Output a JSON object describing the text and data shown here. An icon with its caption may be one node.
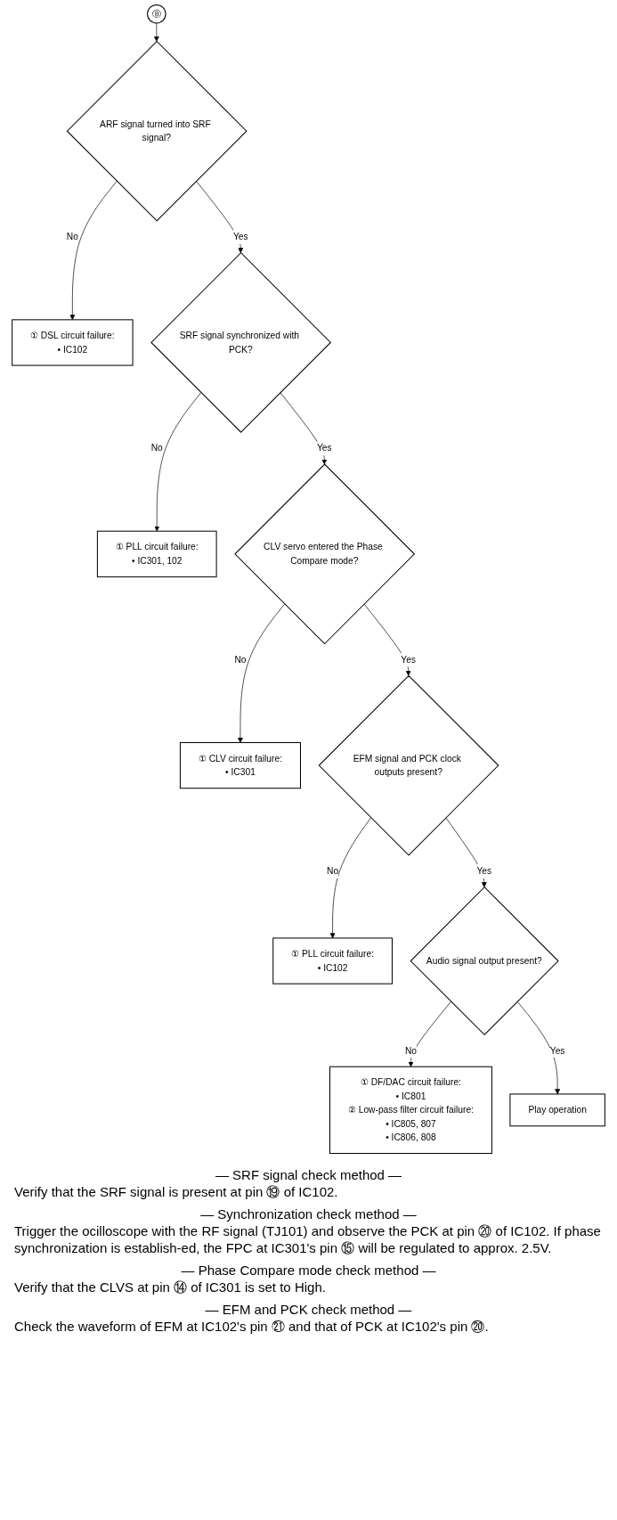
{
  "diagram": {
    "nodes": [
      {
        "text": [
          "Ⓑ"
        ]
      },
      {
        "text": [
          "ARF signal turned into SRF signal?"
        ]
      },
      {
        "text": [
          "① DSL circuit failure:",
          "• IC102"
        ]
      },
      {
        "text": [
          "SRF signal synchronized with PCK?"
        ]
      },
      {
        "text": [
          "① PLL circuit failure:",
          "• IC301, 102"
        ]
      },
      {
        "text": [
          "CLV servo entered the Phase Compare mode?"
        ]
      },
      {
        "text": [
          "① CLV circuit failure:",
          "• IC301"
        ]
      },
      {
        "text": [
          "EFM signal and PCK clock outputs present?"
        ]
      },
      {
        "text": [
          "① PLL circuit failure:",
          "• IC102"
        ]
      },
      {
        "text": [
          "Audio signal output present?"
        ]
      },
      {
        "text": [
          "① DF/DAC circuit failure:",
          "• IC801",
          "② Low-pass filter circuit failure:",
          "• IC805, 807",
          "• IC806, 808"
        ]
      },
      {
        "text": [
          "Play operation"
        ]
      }
    ],
    "edges": [
      {
        "from": 0,
        "to": 1,
        "arrow": "to"
      },
      {
        "from": 1,
        "to": 2,
        "arrow": "to",
        "label": "No"
      },
      {
        "from": 1,
        "to": 3,
        "arrow": "to",
        "label": "Yes"
      },
      {
        "from": 3,
        "to": 4,
        "arrow": "to",
        "label": "No"
      },
      {
        "from": 3,
        "to": 5,
        "arrow": "to",
        "label": "Yes"
      },
      {
        "from": 5,
        "to": 6,
        "arrow": "to",
        "label": "No"
      },
      {
        "from": 5,
        "to": 7,
        "arrow": "to",
        "label": "Yes"
      },
      {
        "from": 7,
        "to": 8,
        "arrow": "to",
        "label": "No"
      },
      {
        "from": 7,
        "to": 9,
        "arrow": "to",
        "label": "Yes"
      },
      {
        "from": 9,
        "to": 10,
        "arrow": "to",
        "label": "No"
      },
      {
        "from": 9,
        "to": 11,
        "arrow": "to",
        "label": "Yes"
      }
    ],
    "labels": [
      "— SRF signal check method —",
      "Verify that the SRF signal is present at pin ⑲ of IC102.",
      "— Synchronization check method —",
      "Trigger the ocilloscope with the RF signal (TJ101) and observe the PCK at pin ⑳ of IC102. If phase synchronization is establish-ed, the FPC at IC301's pin ⑮ will be regulated to approx. 2.5V.",
      "— Phase Compare mode check method —",
      "Verify that the CLVS at pin ⑭ of IC301 is set to High.",
      "— EFM and PCK check method —",
      "Check the waveform of EFM at IC102's pin ㉑ and that of PCK at IC102's pin ⑳."
    ]
  }
}
